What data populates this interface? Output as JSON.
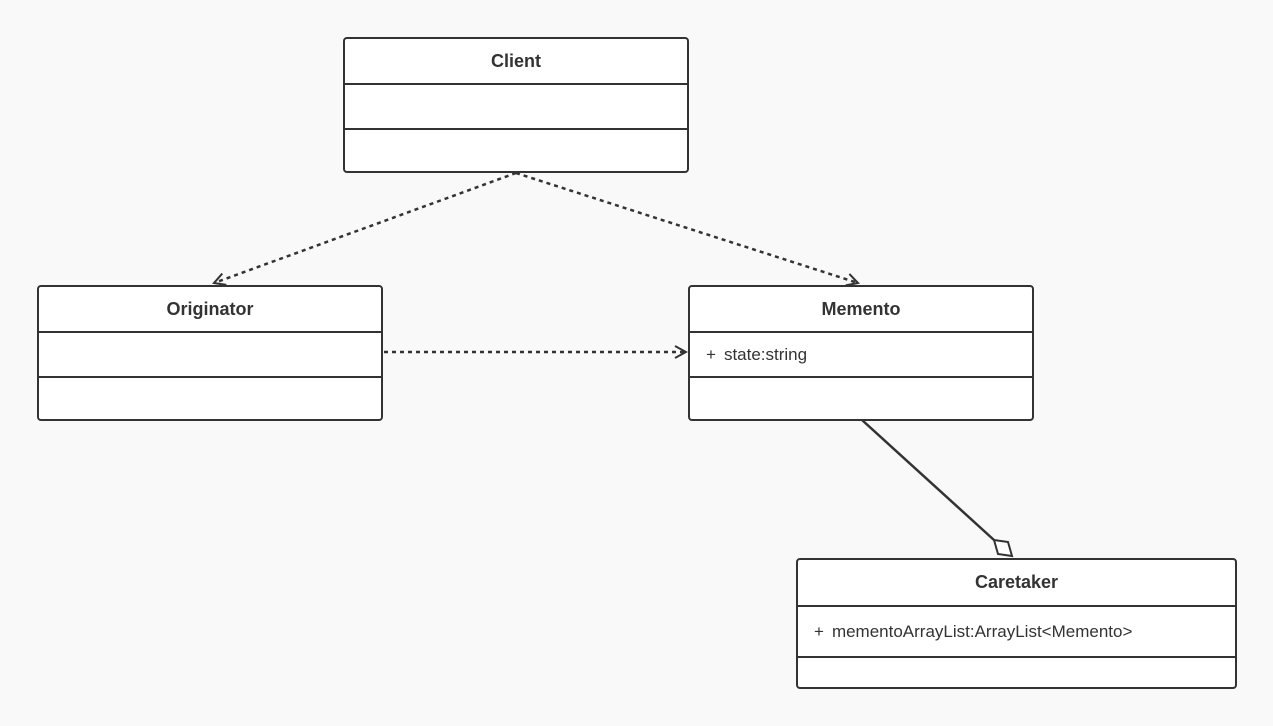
{
  "diagram": {
    "classes": {
      "client": {
        "name": "Client",
        "attributes": [],
        "operations": []
      },
      "originator": {
        "name": "Originator",
        "attributes": [],
        "operations": []
      },
      "memento": {
        "name": "Memento",
        "attributes": [
          {
            "visibility": "+",
            "text": "state:string"
          }
        ],
        "operations": []
      },
      "caretaker": {
        "name": "Caretaker",
        "attributes": [
          {
            "visibility": "+",
            "text": "mementoArrayList:ArrayList<Memento>"
          }
        ],
        "operations": []
      }
    },
    "relationships": [
      {
        "type": "dependency",
        "from": "Client",
        "to": "Originator"
      },
      {
        "type": "dependency",
        "from": "Client",
        "to": "Memento"
      },
      {
        "type": "dependency",
        "from": "Originator",
        "to": "Memento"
      },
      {
        "type": "aggregation",
        "from": "Caretaker",
        "to": "Memento"
      }
    ],
    "colors": {
      "stroke": "#333333",
      "background": "#f9f9f9",
      "box_fill": "#ffffff"
    }
  }
}
